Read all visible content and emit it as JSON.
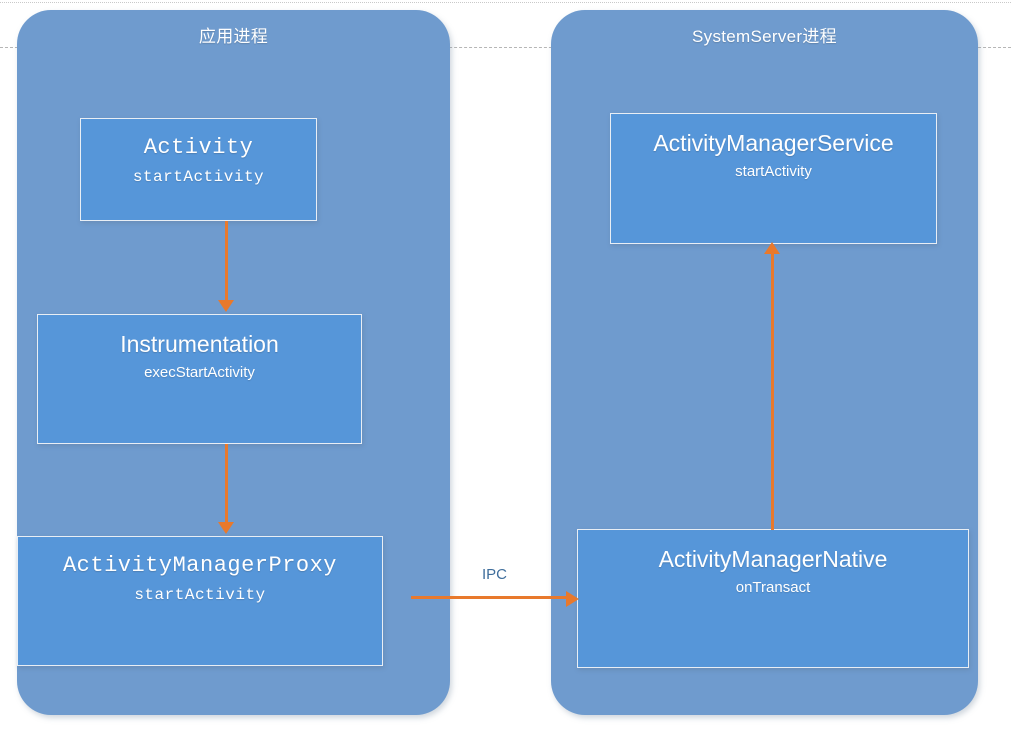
{
  "diagram": {
    "panels": [
      {
        "id": "app",
        "title": "应用进程"
      },
      {
        "id": "system",
        "title": "SystemServer进程"
      }
    ],
    "nodes": [
      {
        "id": "activity",
        "title": "Activity",
        "method": "startActivity"
      },
      {
        "id": "instrumentation",
        "title": "Instrumentation",
        "method": "execStartActivity"
      },
      {
        "id": "amproxy",
        "title": "ActivityManagerProxy",
        "method": "startActivity"
      },
      {
        "id": "ams",
        "title": "ActivityManagerService",
        "method": "startActivity"
      },
      {
        "id": "amnative",
        "title": "ActivityManagerNative",
        "method": "onTransact"
      }
    ],
    "edges": [
      {
        "id": "e1",
        "from": "activity",
        "to": "instrumentation",
        "label": ""
      },
      {
        "id": "e2",
        "from": "instrumentation",
        "to": "amproxy",
        "label": ""
      },
      {
        "id": "e3",
        "from": "amproxy",
        "to": "amnative",
        "label": "IPC"
      },
      {
        "id": "e4",
        "from": "amnative",
        "to": "ams",
        "label": ""
      }
    ],
    "colors": {
      "panel_fill": "#6f9bce",
      "node_fill": "#5696d9",
      "node_border": "#e8eef5",
      "arrow": "#e8792c",
      "edge_label": "#3f6e9c",
      "text": "#ffffff",
      "guide_line": "#b6b6b6",
      "background": "#ffffff"
    }
  }
}
